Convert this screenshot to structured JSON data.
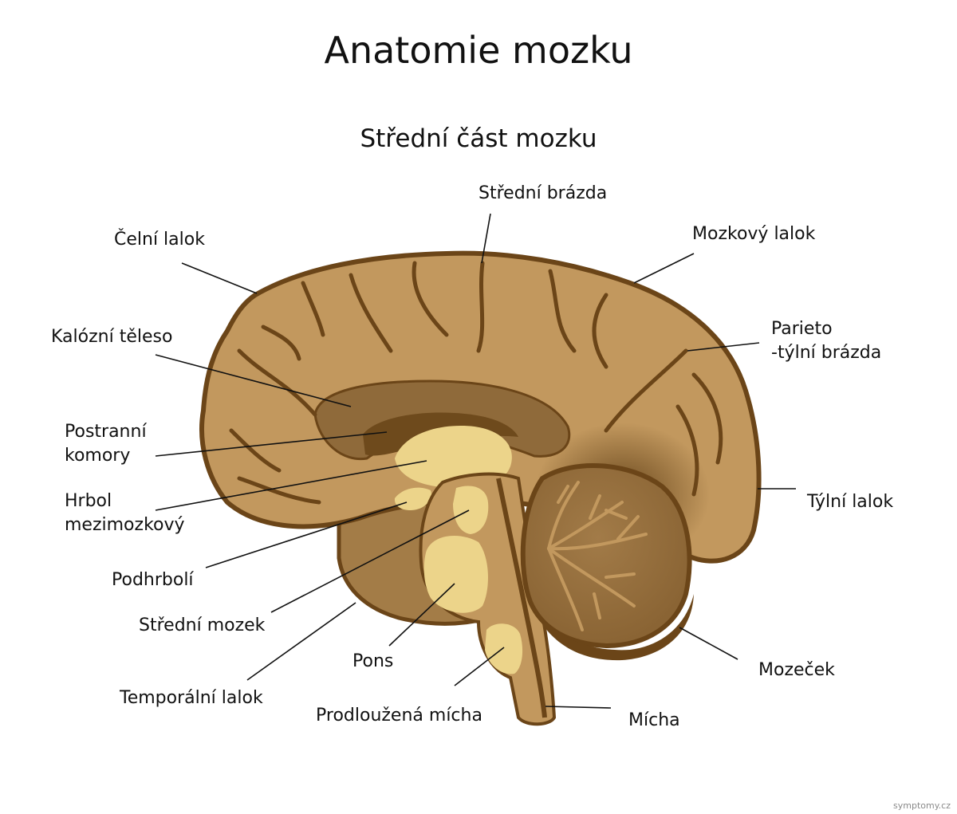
{
  "title": "Anatomie mozku",
  "subtitle": "Střední část mozku",
  "labels": {
    "stredni_brazda": "Střední brázda",
    "celni_lalok": "Čelní lalok",
    "mozkovy_lalok": "Mozkový lalok",
    "kalozni_teleso": "Kalózní těleso",
    "parieto_line1": "Parieto",
    "parieto_line2": "-týlní brázda",
    "postranni_line1": "Postranní",
    "postranni_line2": "komory",
    "hrbol_line1": "Hrbol",
    "hrbol_line2": "mezimozkový",
    "tylni_lalok": "Týlní lalok",
    "podhrboli": "Podhrbolí",
    "stredni_mozek": "Střední mozek",
    "pons": "Pons",
    "mozecek": "Mozeček",
    "temporalni_lalok": "Temporální lalok",
    "prodlouzena_micha": "Prodloužená mícha",
    "micha": "Mícha"
  },
  "watermark": "symptomy.cz",
  "colors": {
    "cortex": "#c2985e",
    "outline": "#6b4518",
    "deep": "#8f6a3a",
    "pale": "#ecd48a",
    "cerebellum": "#9a7443"
  }
}
